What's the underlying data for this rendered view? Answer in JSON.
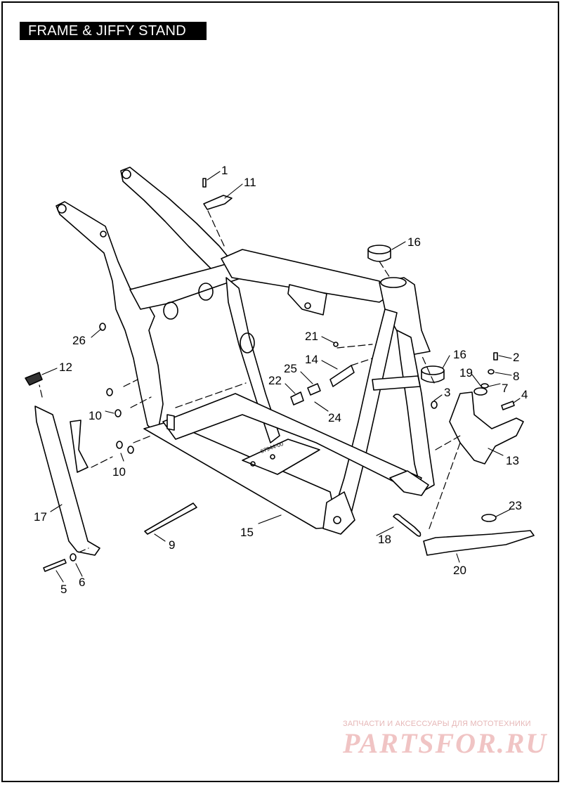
{
  "title": "FRAME & JIFFY STAND",
  "callouts": [
    {
      "id": "c1",
      "label": "1"
    },
    {
      "id": "c11",
      "label": "11"
    },
    {
      "id": "c16a",
      "label": "16"
    },
    {
      "id": "c16b",
      "label": "16"
    },
    {
      "id": "c26",
      "label": "26"
    },
    {
      "id": "c12",
      "label": "12"
    },
    {
      "id": "c21",
      "label": "21"
    },
    {
      "id": "c14",
      "label": "14"
    },
    {
      "id": "c25",
      "label": "25"
    },
    {
      "id": "c22",
      "label": "22"
    },
    {
      "id": "c24",
      "label": "24"
    },
    {
      "id": "c2",
      "label": "2"
    },
    {
      "id": "c8",
      "label": "8"
    },
    {
      "id": "c19",
      "label": "19"
    },
    {
      "id": "c7",
      "label": "7"
    },
    {
      "id": "c3",
      "label": "3"
    },
    {
      "id": "c4",
      "label": "4"
    },
    {
      "id": "c13",
      "label": "13"
    },
    {
      "id": "c10a",
      "label": "10"
    },
    {
      "id": "c10b",
      "label": "10"
    },
    {
      "id": "c17",
      "label": "17"
    },
    {
      "id": "c9",
      "label": "9"
    },
    {
      "id": "c15",
      "label": "15"
    },
    {
      "id": "c18",
      "label": "18"
    },
    {
      "id": "c23",
      "label": "23"
    },
    {
      "id": "c20",
      "label": "20"
    },
    {
      "id": "c5",
      "label": "5"
    },
    {
      "id": "c6",
      "label": "6"
    }
  ],
  "watermark": {
    "tagline": "ЗАПЧАСТИ И АКСЕССУАРЫ ДЛЯ МОТОТЕХНИКИ",
    "logo": "PARTSFOR.RU"
  }
}
